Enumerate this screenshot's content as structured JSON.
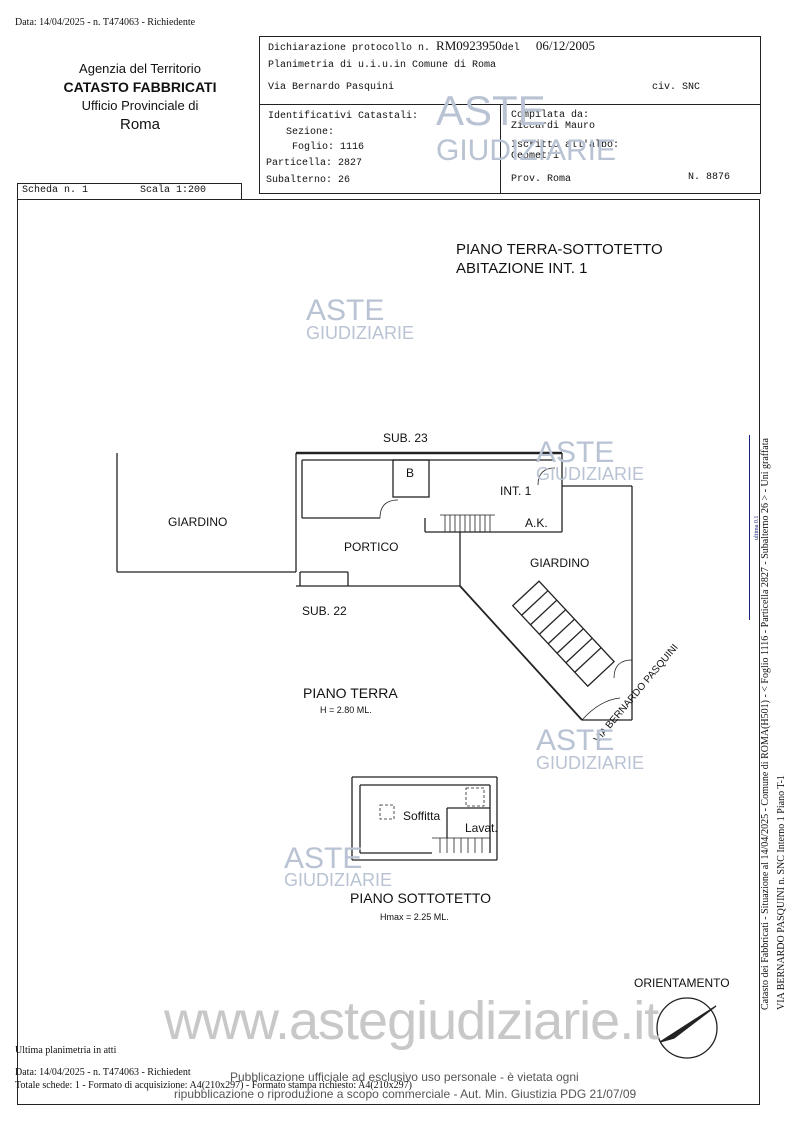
{
  "top_line": "Data: 14/04/2025 - n. T474063 - Richiedente",
  "agency": {
    "line1": "Agenzia del Territorio",
    "line2": "CATASTO FABBRICATI",
    "line3": "Ufficio Provinciale di",
    "line4": "Roma"
  },
  "header": {
    "protocol_label": "Dichiarazione protocollo n.",
    "protocol_number": "RM0923950",
    "protocol_del": "del",
    "protocol_date": "06/12/2005",
    "planimetria": "Planimetria di u.i.u.in Comune di Roma",
    "address": "Via Bernardo Pasquini",
    "civ": "civ. SNC",
    "identificativi_label": "Identificativi Catastali:",
    "sezione": "Sezione:",
    "foglio": "Foglio: 1116",
    "particella": "Particella: 2827",
    "subalterno": "Subalterno: 26",
    "compilata_label": "Compilata da:",
    "compilata_name": "Ziccardi Mauro",
    "iscritto_label": "Iscritto all'albo:",
    "iscritto_value": "Geometri",
    "prov": "Prov. Roma",
    "numero": "N.  8876"
  },
  "scheda": "Scheda n. 1",
  "scala": "Scala 1:200",
  "plan": {
    "title1": "PIANO TERRA-SOTTOTETTO",
    "title2": "ABITAZIONE INT. 1",
    "sub23": "SUB. 23",
    "bagno": "B",
    "int1": "INT. 1",
    "ak": "A.K.",
    "giardino_left": "GIARDINO",
    "portico": "PORTICO",
    "giardino_right": "GIARDINO",
    "sub22": "SUB. 22",
    "street": "VIA BERNARDO PASQUINI",
    "piano_terra": "PIANO TERRA",
    "h_terra": "H = 2.80 ML.",
    "soffitta": "Soffitta",
    "lavat": "Lavat.",
    "piano_sottotetto": "PIANO SOTTOTETTO",
    "h_sottotetto": "Hmax = 2.25 ML.",
    "orientamento": "ORIENTAMENTO"
  },
  "watermark": {
    "aste": "ASTE",
    "giudiziarie": "GIUDIZIARIE",
    "site": "www.astegiudiziarie.it"
  },
  "footer": {
    "ultima": "Ultima planimetria in atti",
    "data": "Data: 14/04/2025 - n. T474063 - Richiedent",
    "totale": "Totale schede: 1 - Formato di acquisizione: A4(210x297) - Formato stampa richiesto: A4(210x297)",
    "pubblicazione1": "Pubblicazione ufficiale ad esclusivo uso personale - è vietata ogni",
    "pubblicazione2": "ripubblicazione o riproduzione a scopo commerciale - Aut. Min. Giustizia PDG 21/07/09"
  },
  "side_text": {
    "line1": "Catasto dei Fabbricati - Situazione al 14/04/2025 - Comune di ROMA(H501) - < Foglio 1116 - Particella 2827 - Subalterno 26 > - Uni graffata",
    "line2": "VIA BERNARDO PASQUINI n. SNC  Interno 1 Piano T-1",
    "scale_mark": "ultima 0.1"
  }
}
